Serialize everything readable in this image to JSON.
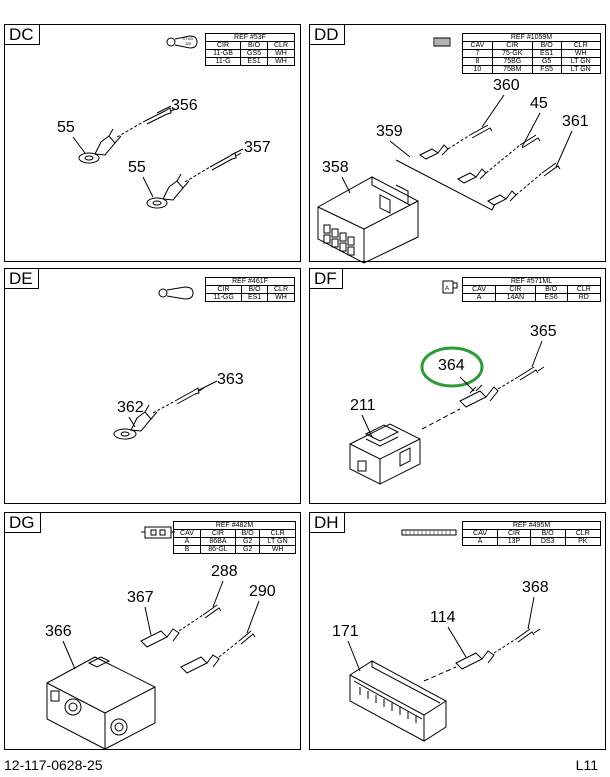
{
  "page": {
    "doc_number": "12-117-0628-25",
    "page_label": "L11"
  },
  "panels": {
    "dc": {
      "tag": "DC",
      "stud_label": "STUD 3/8",
      "ref_title": "REF #53F",
      "headers": [
        "CIR",
        "B/O",
        "CLR"
      ],
      "rows": [
        [
          "11-GB",
          "GS5",
          "WH"
        ],
        [
          "11-G",
          "ES1",
          "WH"
        ]
      ],
      "callouts": [
        "55",
        "356",
        "55",
        "357"
      ]
    },
    "dd": {
      "tag": "DD",
      "ref_title": "REF #1059M",
      "headers": [
        "CAV",
        "CIR",
        "B/O",
        "CLR"
      ],
      "rows": [
        [
          "7",
          "75-GK",
          "ES1",
          "WH"
        ],
        [
          "8",
          "75BG",
          "G5",
          "LT GN"
        ],
        [
          "10",
          "75BM",
          "FS5",
          "LT GN"
        ]
      ],
      "callouts": [
        "360",
        "45",
        "361",
        "359",
        "358"
      ]
    },
    "de": {
      "tag": "DE",
      "ref_title": "REF #461F",
      "headers": [
        "CIR",
        "B/O",
        "CLR"
      ],
      "rows": [
        [
          "11-GG",
          "ES1",
          "WH"
        ]
      ],
      "callouts": [
        "363",
        "362"
      ]
    },
    "df": {
      "tag": "DF",
      "ref_title": "REF #571ML",
      "headers": [
        "CAV",
        "CIR",
        "B/O",
        "CLR"
      ],
      "rows": [
        [
          "A",
          "14AN",
          "ES6",
          "RD"
        ]
      ],
      "callouts": [
        "365",
        "364",
        "211"
      ],
      "highlight_color": "#2e9a3a"
    },
    "dg": {
      "tag": "DG",
      "ref_title": "REF #482M",
      "headers": [
        "CAV",
        "CIR",
        "B/O",
        "CLR"
      ],
      "rows": [
        [
          "A",
          "86BA",
          "G2",
          "LT GN"
        ],
        [
          "B",
          "86-GL",
          "G2",
          "WH"
        ]
      ],
      "callouts": [
        "288",
        "367",
        "290",
        "366"
      ]
    },
    "dh": {
      "tag": "DH",
      "ref_title": "REF #495M",
      "headers": [
        "CAV",
        "CIR",
        "B/O",
        "CLR"
      ],
      "rows": [
        [
          "A",
          "13P",
          "DS3",
          "PK"
        ]
      ],
      "callouts": [
        "368",
        "114",
        "171"
      ]
    }
  }
}
